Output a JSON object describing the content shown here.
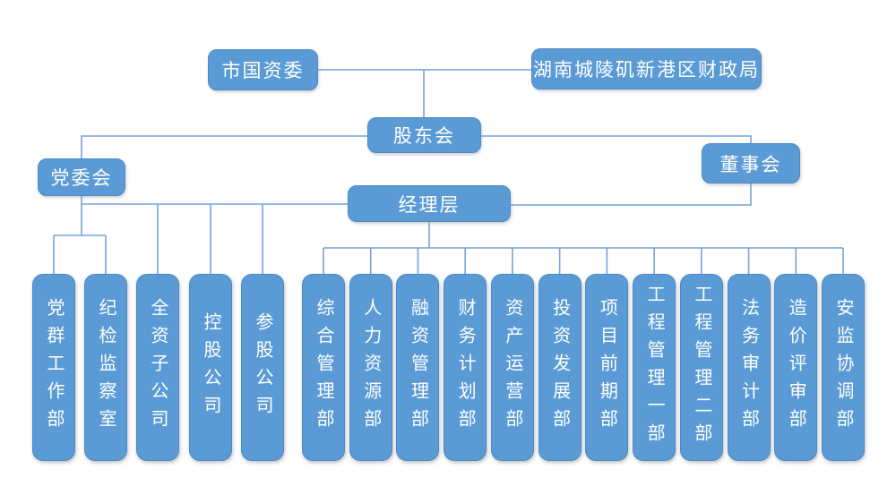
{
  "colors": {
    "box_fill": "#5B9BD5",
    "box_border": "#4A89C8",
    "connector_line": "#74A4DA",
    "text": "#FFFFFF",
    "background": "#FFFFFF"
  },
  "nodes": {
    "municipal_sasac": {
      "label": "市国资委"
    },
    "finance_bureau": {
      "label": "湖南城陵矶新港区财政局"
    },
    "shareholders_meeting": {
      "label": "股东会"
    },
    "party_committee": {
      "label": "党委会"
    },
    "board_of_directors": {
      "label": "董事会"
    },
    "management_level": {
      "label": "经理层"
    }
  },
  "left_departments": [
    "党群工作部",
    "纪检监察室",
    "全资子公司",
    "控股公司",
    "参股公司"
  ],
  "right_departments": [
    "综合管理部",
    "人力资源部",
    "融资管理部",
    "财务计划部",
    "资产运营部",
    "投资发展部",
    "项目前期部",
    "工程管理一部",
    "工程管理二部",
    "法务审计部",
    "造价评审部",
    "安监协调部"
  ]
}
